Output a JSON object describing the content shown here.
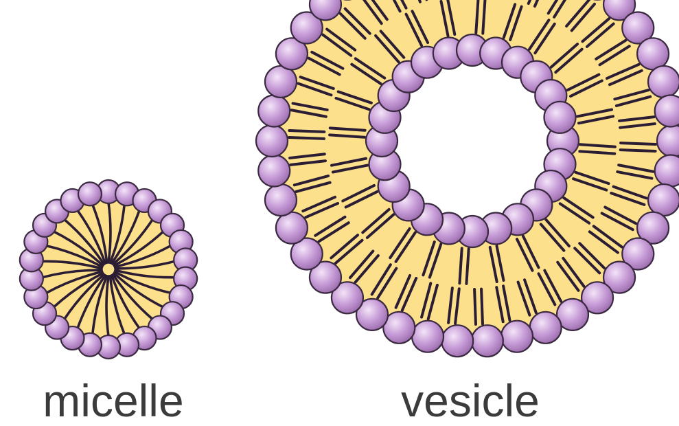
{
  "labels": {
    "micelle": "micelle",
    "vesicle": "vesicle"
  },
  "colors": {
    "head_fill": "#c59ad6",
    "head_stroke": "#3a2a40",
    "tail": "#2b1d33",
    "core_fill": "#fde08c",
    "background": "#ffffff"
  },
  "structures": {
    "micelle": {
      "head_count": 26
    },
    "vesicle": {
      "outer_head_count": 42,
      "inner_head_count": 24
    }
  }
}
